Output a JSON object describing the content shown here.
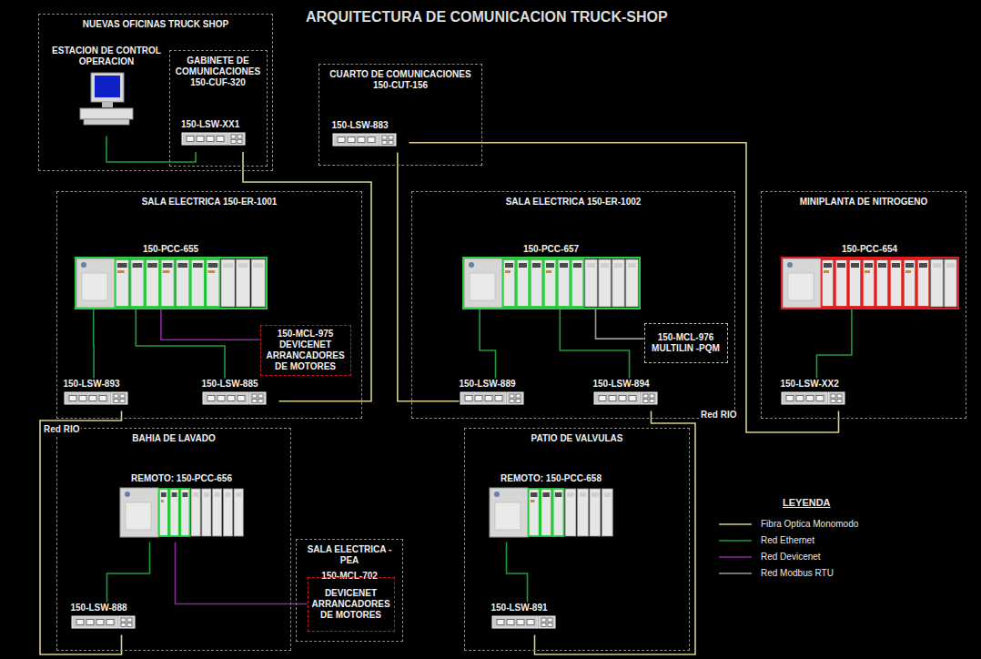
{
  "diagram": {
    "title": "ARQUITECTURA DE COMUNICACION TRUCK-SHOP",
    "nodes": [
      {
        "text": [
          "NUEVAS OFICINAS TRUCK SHOP"
        ]
      },
      {
        "text": [
          "ESTACION DE CONTROL OPERACION"
        ],
        "in": 0
      },
      {
        "text": [
          "GABINETE DE COMUNICACIONES 150-CUF-320"
        ],
        "in": 0
      },
      {
        "text": [
          "150-LSW-XX1"
        ],
        "in": 2
      },
      {
        "text": [
          "CUARTO DE COMUNICACIONES 150-CUT-156"
        ]
      },
      {
        "text": [
          "150-LSW-883"
        ],
        "in": 4
      },
      {
        "text": [
          "SALA ELECTRICA 150-ER-1001"
        ]
      },
      {
        "text": [
          "150-PCC-655"
        ],
        "in": 6
      },
      {
        "text": [
          "150-MCL-975",
          "DEVICENET ARRANCADORES DE MOTORES"
        ],
        "in": 6
      },
      {
        "text": [
          "150-LSW-893"
        ],
        "in": 6
      },
      {
        "text": [
          "150-LSW-885"
        ],
        "in": 6
      },
      {
        "text": [
          "SALA ELECTRICA 150-ER-1002"
        ]
      },
      {
        "text": [
          "150-PCC-657"
        ],
        "in": 11
      },
      {
        "text": [
          "150-MCL-976",
          "MULTILIN -PQM"
        ],
        "in": 11
      },
      {
        "text": [
          "150-LSW-889"
        ],
        "in": 11
      },
      {
        "text": [
          "150-LSW-894"
        ],
        "in": 11
      },
      {
        "text": [
          "MINIPLANTA DE NITROGENO"
        ]
      },
      {
        "text": [
          "150-PCC-654"
        ],
        "in": 16
      },
      {
        "text": [
          "150-LSW-XX2"
        ],
        "in": 16
      },
      {
        "text": [
          "BAHIA DE LAVADO"
        ]
      },
      {
        "text": [
          "REMOTO: 150-PCC-656"
        ],
        "in": 19
      },
      {
        "text": [
          "150-LSW-888"
        ],
        "in": 19
      },
      {
        "text": [
          "SALA ELECTRICA - PEA",
          "150-MCL-702"
        ]
      },
      {
        "text": [
          "DEVICENET ARRANCADORES DE MOTORES"
        ],
        "in": 22
      },
      {
        "text": [
          "PATIO DE VALVULAS"
        ]
      },
      {
        "text": [
          "REMOTO: 150-PCC-658"
        ],
        "in": 24
      },
      {
        "text": [
          "150-LSW-891"
        ],
        "in": 24
      }
    ],
    "edges": [
      {
        "from": 1,
        "to": 3,
        "arrow": "none"
      },
      {
        "from": 3,
        "to": 10,
        "arrow": "none"
      },
      {
        "from": 5,
        "to": 14,
        "arrow": "none"
      },
      {
        "from": 5,
        "to": 18,
        "arrow": "none"
      },
      {
        "from": 9,
        "to": 21,
        "label": "Red RIO",
        "arrow": "none"
      },
      {
        "from": 15,
        "to": 26,
        "label": "Red RIO",
        "arrow": "none"
      },
      {
        "from": 7,
        "to": 9,
        "arrow": "none"
      },
      {
        "from": 7,
        "to": 10,
        "arrow": "none"
      },
      {
        "from": 7,
        "to": 8,
        "arrow": "none"
      },
      {
        "from": 12,
        "to": 14,
        "arrow": "none"
      },
      {
        "from": 12,
        "to": 15,
        "arrow": "none"
      },
      {
        "from": 12,
        "to": 13,
        "arrow": "none"
      },
      {
        "from": 17,
        "to": 18,
        "arrow": "none"
      },
      {
        "from": 20,
        "to": 21,
        "arrow": "none"
      },
      {
        "from": 20,
        "to": 23,
        "arrow": "none"
      },
      {
        "from": 25,
        "to": 26,
        "arrow": "none"
      }
    ],
    "labels": [
      "LEYENDA"
    ],
    "legend": [
      {
        "text": "Fibra Optica Monomodo"
      },
      {
        "text": "Red Ethernet"
      },
      {
        "text": "Red Devicenet"
      },
      {
        "text": "Red Modbus RTU"
      }
    ]
  }
}
